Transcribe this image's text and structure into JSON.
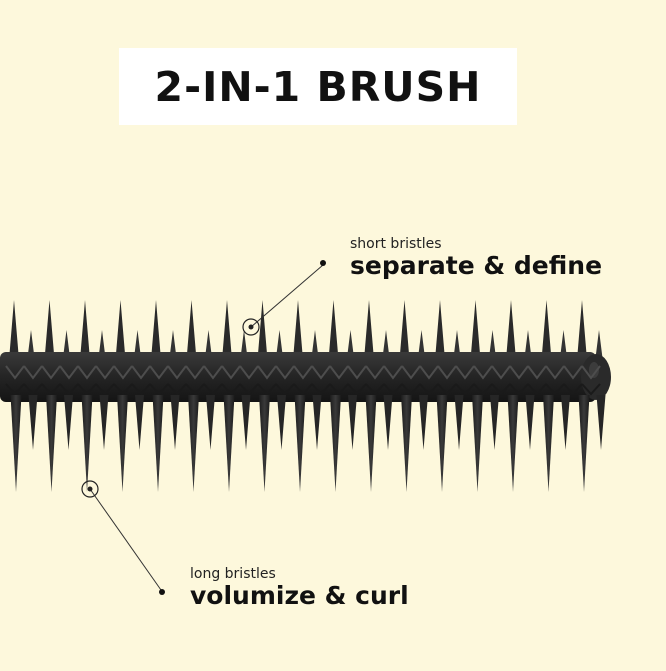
{
  "title": "2-IN-1 BRUSH",
  "callouts": {
    "short": {
      "caption": "short bristles",
      "headline": "separate & define"
    },
    "long": {
      "caption": "long bristles",
      "headline": "volumize & curl"
    }
  },
  "colors": {
    "background": "#fdf8dc",
    "title_box": "#ffffff",
    "brush": "#2b2b2b",
    "text": "#111111"
  }
}
